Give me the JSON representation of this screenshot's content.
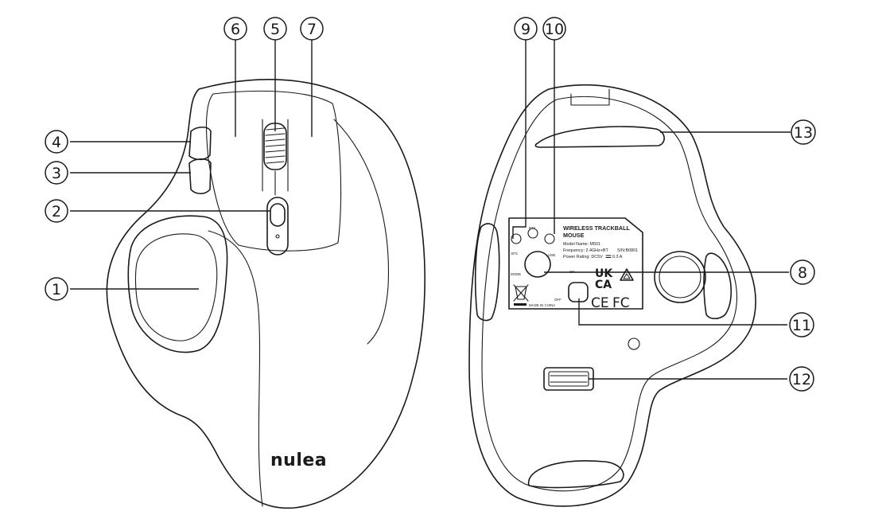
{
  "brand_logo": "nulea",
  "label": {
    "title_line1": "WIRELESS TRACKBALL",
    "title_line2": "MOUSE",
    "model": "Model Name: M501",
    "frequency": "Frequency: 2.4GHz+BT",
    "serial": "S/N:B0801",
    "power": "Power Rating: DC5V",
    "current": "0.3 A",
    "made_in": "MADE IN CHINA",
    "marks_uk": "UK",
    "marks_ca": "CA",
    "marks_ce": "CE",
    "marks_fc": "FC"
  },
  "switch_labels": {
    "bt1": "BT1",
    "bt2": "BT2",
    "usb": "USB",
    "mode": "MODE",
    "on": "ON",
    "off": "OFF"
  },
  "callouts": {
    "c1": "1",
    "c2": "2",
    "c3": "3",
    "c4": "4",
    "c5": "5",
    "c6": "6",
    "c7": "7",
    "c8": "8",
    "c9": "9",
    "c10": "10",
    "c11": "11",
    "c12": "12",
    "c13": "13"
  },
  "colors": {
    "line": "#1a1a1a",
    "background": "#ffffff"
  }
}
